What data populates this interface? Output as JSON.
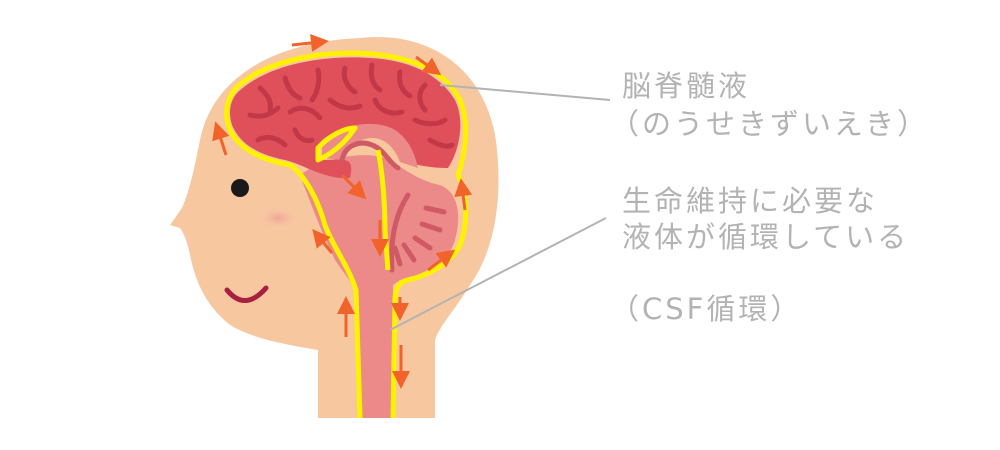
{
  "labels": {
    "csf_name": "脳脊髄液",
    "csf_reading": "（のうせきずいえき）",
    "description_line1": "生命維持に必要な",
    "description_line2": "液体が循環している",
    "csf_circulation": "（CSF循環）"
  },
  "colors": {
    "skin": "#f7c7a0",
    "cerebrum": "#e0505a",
    "cerebrum_folds": "#c23848",
    "brainstem": "#ec8a8a",
    "brainstem_line": "#cf5a66",
    "csf_outline": "#fff200",
    "flow_arrows": "#f2632b",
    "leader_lines": "#b3b3b3",
    "eye": "#1a1a1a",
    "mouth": "#a82040",
    "cheek": "#f2a0a0",
    "label_text": "#b3b3b3"
  }
}
